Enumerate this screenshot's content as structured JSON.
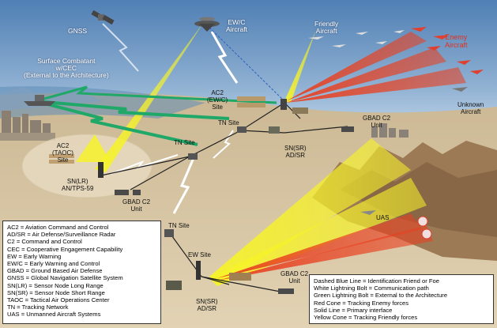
{
  "labels": {
    "gnss": "GNSS",
    "ewc_aircraft": [
      "EW/C",
      "Aircraft"
    ],
    "friendly_aircraft": [
      "Friendly",
      "Aircraft"
    ],
    "enemy_aircraft": [
      "Enemy",
      "Aircraft"
    ],
    "surface_combatant": [
      "Surface Combatant",
      "w/CEC",
      "(External to the Architecture)"
    ],
    "ac2_ewc_site": [
      "AC2",
      "(EW/C)",
      "Site"
    ],
    "tn_site_upper": "TN Site",
    "unknown_aircraft": [
      "Unknown",
      "Aircraft"
    ],
    "gbad_c2_upper": [
      "GBAD C2",
      "Unit"
    ],
    "ac2_taoc_site": [
      "AC2",
      "(TAOC)",
      "Site"
    ],
    "tn_site_middle": "TN Site",
    "sn_sr_upper": [
      "SN(SR)",
      "AD/SR"
    ],
    "sn_lr": [
      "SN(LR)",
      "AN/TPS-59"
    ],
    "gbad_c2_left": [
      "GBAD C2",
      "Unit"
    ],
    "tn_site_lower": "TN Site",
    "uas": "UAS",
    "ew_site": "EW Site",
    "gbad_c2_lower": [
      "GBAD C2",
      "Unit"
    ],
    "sn_sr_lower": [
      "SN(SR)",
      "AD/SR"
    ]
  },
  "legend_acronyms": [
    "AC2 = Aviation Command and Control",
    "AD/SR = Air Defense/Surveillance Radar",
    "C2 = Command and Control",
    "CEC = Cooperative Engagement Capability",
    "EW = Early Warning",
    "EW/C = Early Warning and Control",
    "GBAD = Ground Based Air Defense",
    "GNSS = Global Navigation Satellite System",
    "SN(LR) = Sensor Node Long Range",
    "SN(SR) = Sensor Node Short Range",
    "TAOC = Tactical Air Operations Center",
    "TN = Tracking Network",
    "UAS = Unmanned Aircraft Systems"
  ],
  "legend_lines": [
    "Dashed Blue Line = Identification Friend or Foe",
    "White Lightning Bolt = Communication path",
    "Green Lightning Bolt = External to the Architecture",
    "Red Cone = Tracking Enemy forces",
    "Solid Line = Primary interface",
    "Yellow Cone = Tracking Friendly forces"
  ],
  "colors": {
    "sky_top": "#4f7fb4",
    "sky_bottom": "#c9dced",
    "sand": "#d8c7a6",
    "mountains": "#8a6a4a",
    "yellow_cone": "#f2f02a",
    "red_cone": "#e84020",
    "green_bolt": "#1fa868",
    "enemy_text": "#e03020"
  }
}
